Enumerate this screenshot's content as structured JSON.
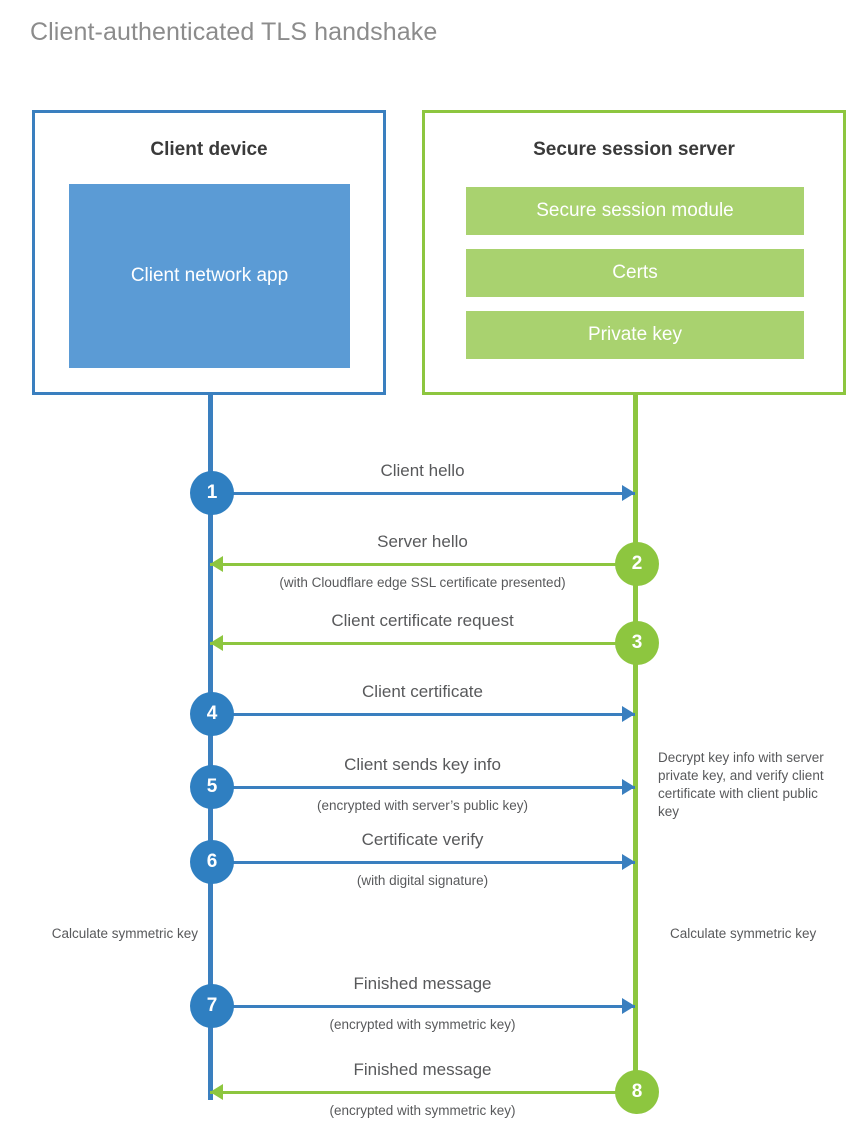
{
  "title": "Client-authenticated TLS handshake",
  "colors": {
    "blue_border": "#3a7fbf",
    "blue_fill": "#5b9bd5",
    "blue_circle": "#2f7fc1",
    "green_border": "#8dc63f",
    "green_fill": "#a9d26f",
    "text": "#58595b",
    "title": "#8c8c8c"
  },
  "actors": {
    "client": {
      "title": "Client device",
      "app_label": "Client network app"
    },
    "server": {
      "title": "Secure session server",
      "components": [
        {
          "label": "Secure session module"
        },
        {
          "label": "Certs"
        },
        {
          "label": "Private key"
        }
      ]
    }
  },
  "steps": [
    {
      "number": "1",
      "label": "Client hello",
      "sublabel": "",
      "direction": "right",
      "color": "blue"
    },
    {
      "number": "2",
      "label": "Server hello",
      "sublabel": "(with Cloudflare edge SSL certificate presented)",
      "direction": "left",
      "color": "green"
    },
    {
      "number": "3",
      "label": "Client certificate request",
      "sublabel": "",
      "direction": "left",
      "color": "green"
    },
    {
      "number": "4",
      "label": "Client certificate",
      "sublabel": "",
      "direction": "right",
      "color": "blue"
    },
    {
      "number": "5",
      "label": "Client sends key info",
      "sublabel": "(encrypted with server’s public key)",
      "direction": "right",
      "color": "blue"
    },
    {
      "number": "6",
      "label": "Certificate verify",
      "sublabel": "(with digital signature)",
      "direction": "right",
      "color": "blue"
    },
    {
      "number": "7",
      "label": "Finished message",
      "sublabel": "(encrypted with symmetric key)",
      "direction": "right",
      "color": "blue"
    },
    {
      "number": "8",
      "label": "Finished message",
      "sublabel": "(encrypted with symmetric key)",
      "direction": "left",
      "color": "green"
    }
  ],
  "notes": {
    "client_calculate": "Calculate symmetric key",
    "server_decrypt": "Decrypt key info with server private key, and verify client certificate with client public key",
    "server_calculate": "Calculate symmetric key"
  }
}
